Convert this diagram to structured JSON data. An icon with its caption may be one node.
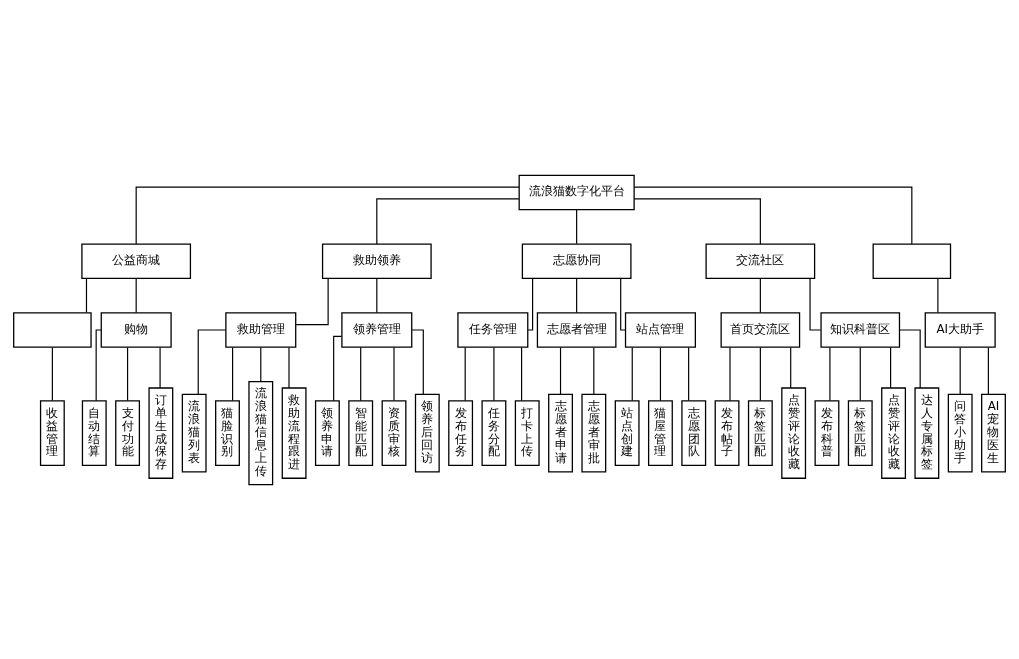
{
  "diagram": {
    "nodes": [
      {
        "text": [
          "流浪猫数字化平台"
        ]
      },
      {
        "text": [
          "公益商城"
        ]
      },
      {
        "text": [
          "救助领养"
        ]
      },
      {
        "text": [
          "志愿协同"
        ]
      },
      {
        "text": [
          "交流社区"
        ]
      },
      {
        "text": [],
        "shape": "box"
      },
      {
        "text": [],
        "shape": "box"
      },
      {
        "text": [
          "购物"
        ]
      },
      {
        "text": [
          "救助管理"
        ]
      },
      {
        "text": [
          "领养管理"
        ]
      },
      {
        "text": [
          "任务管理"
        ]
      },
      {
        "text": [
          "志愿者管理"
        ]
      },
      {
        "text": [
          "站点管理"
        ]
      },
      {
        "text": [
          "首页交流区"
        ]
      },
      {
        "text": [
          "知识科普区"
        ]
      },
      {
        "text": [
          "AI大助手"
        ]
      },
      {
        "text": [
          "收益管理"
        ]
      },
      {
        "text": [
          "自动结算"
        ]
      },
      {
        "text": [
          "支付功能"
        ]
      },
      {
        "text": [
          "订单生成保存"
        ]
      },
      {
        "text": [
          "流浪猫列表"
        ]
      },
      {
        "text": [
          "猫脸识别"
        ]
      },
      {
        "text": [
          "流浪猫信息上传"
        ]
      },
      {
        "text": [
          "救助流程跟进"
        ]
      },
      {
        "text": [
          "领养申请"
        ]
      },
      {
        "text": [
          "智能匹配"
        ]
      },
      {
        "text": [
          "资质审核"
        ]
      },
      {
        "text": [
          "领养后回访"
        ]
      },
      {
        "text": [
          "发布任务"
        ]
      },
      {
        "text": [
          "任务分配"
        ]
      },
      {
        "text": [
          "打卡上传"
        ]
      },
      {
        "text": [
          "志愿者申请"
        ]
      },
      {
        "text": [
          "志愿者审批"
        ]
      },
      {
        "text": [
          "站点创建"
        ]
      },
      {
        "text": [
          "猫屋管理"
        ]
      },
      {
        "text": [
          "志愿团队"
        ]
      },
      {
        "text": [
          "发布帖子"
        ]
      },
      {
        "text": [
          "标签匹配"
        ]
      },
      {
        "text": [
          "点赞评论收藏"
        ]
      },
      {
        "text": [
          "发布科普"
        ]
      },
      {
        "text": [
          "标签匹配"
        ]
      },
      {
        "text": [
          "点赞评论收藏"
        ]
      },
      {
        "text": [
          "达人专属标签"
        ]
      },
      {
        "text": [
          "问答小助手"
        ]
      },
      {
        "text": [
          "AI宠物医生"
        ]
      }
    ],
    "edges": [
      {
        "from": 0,
        "to": 1,
        "arrow": "none"
      },
      {
        "from": 0,
        "to": 2,
        "arrow": "none"
      },
      {
        "from": 0,
        "to": 3,
        "arrow": "none"
      },
      {
        "from": 0,
        "to": 4,
        "arrow": "none"
      },
      {
        "from": 0,
        "to": 5,
        "arrow": "none"
      },
      {
        "from": 1,
        "to": 6,
        "arrow": "none"
      },
      {
        "from": 1,
        "to": 7,
        "arrow": "none"
      },
      {
        "from": 2,
        "to": 8,
        "arrow": "none"
      },
      {
        "from": 2,
        "to": 9,
        "arrow": "none"
      },
      {
        "from": 3,
        "to": 10,
        "arrow": "none"
      },
      {
        "from": 3,
        "to": 11,
        "arrow": "none"
      },
      {
        "from": 3,
        "to": 12,
        "arrow": "none"
      },
      {
        "from": 4,
        "to": 13,
        "arrow": "none"
      },
      {
        "from": 4,
        "to": 14,
        "arrow": "none"
      },
      {
        "from": 5,
        "to": 15,
        "arrow": "none"
      },
      {
        "from": 6,
        "to": 16,
        "arrow": "none"
      },
      {
        "from": 7,
        "to": 17,
        "arrow": "none"
      },
      {
        "from": 7,
        "to": 18,
        "arrow": "none"
      },
      {
        "from": 7,
        "to": 19,
        "arrow": "none"
      },
      {
        "from": 8,
        "to": 20,
        "arrow": "none"
      },
      {
        "from": 8,
        "to": 21,
        "arrow": "none"
      },
      {
        "from": 8,
        "to": 22,
        "arrow": "none"
      },
      {
        "from": 8,
        "to": 23,
        "arrow": "none"
      },
      {
        "from": 9,
        "to": 24,
        "arrow": "none"
      },
      {
        "from": 9,
        "to": 25,
        "arrow": "none"
      },
      {
        "from": 9,
        "to": 26,
        "arrow": "none"
      },
      {
        "from": 9,
        "to": 27,
        "arrow": "none"
      },
      {
        "from": 10,
        "to": 28,
        "arrow": "none"
      },
      {
        "from": 10,
        "to": 29,
        "arrow": "none"
      },
      {
        "from": 10,
        "to": 30,
        "arrow": "none"
      },
      {
        "from": 11,
        "to": 31,
        "arrow": "none"
      },
      {
        "from": 11,
        "to": 32,
        "arrow": "none"
      },
      {
        "from": 12,
        "to": 33,
        "arrow": "none"
      },
      {
        "from": 12,
        "to": 34,
        "arrow": "none"
      },
      {
        "from": 12,
        "to": 35,
        "arrow": "none"
      },
      {
        "from": 13,
        "to": 36,
        "arrow": "none"
      },
      {
        "from": 13,
        "to": 37,
        "arrow": "none"
      },
      {
        "from": 13,
        "to": 38,
        "arrow": "none"
      },
      {
        "from": 14,
        "to": 39,
        "arrow": "none"
      },
      {
        "from": 14,
        "to": 40,
        "arrow": "none"
      },
      {
        "from": 14,
        "to": 41,
        "arrow": "none"
      },
      {
        "from": 14,
        "to": 42,
        "arrow": "none"
      },
      {
        "from": 15,
        "to": 43,
        "arrow": "none"
      },
      {
        "from": 15,
        "to": 44,
        "arrow": "none"
      }
    ]
  }
}
